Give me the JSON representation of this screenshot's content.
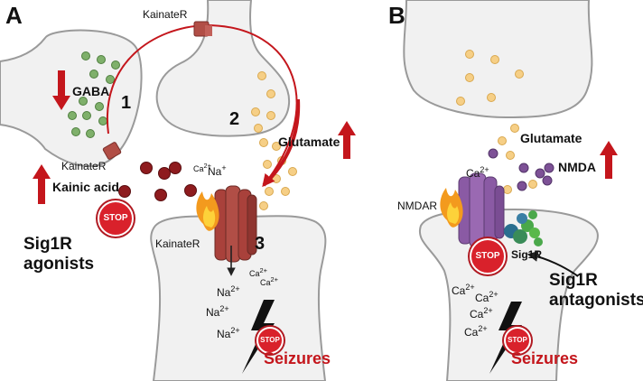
{
  "panels": {
    "a": "A",
    "b": "B"
  },
  "panel_a": {
    "kainate_r_top": "KainateR",
    "kainate_r_left": "KainateR",
    "kainate_r_post": "KainateR",
    "gaba": "GABA",
    "step_1": "1",
    "step_2": "2",
    "step_3": "3",
    "glutamate": "Glutamate",
    "kainic_acid": "Kainic acid",
    "stop": "STOP",
    "sig1r_agonists": "Sig1R agonists",
    "na_top": "Na",
    "ca_top": "Ca",
    "na_1": "Na",
    "na_2": "Na",
    "na_3": "Na",
    "ca_1": "Ca",
    "ca_2": "Ca",
    "charge_1": "2+",
    "charge_2": "2+",
    "seizures": "Seizures",
    "seizure_stop": "STOP"
  },
  "panel_b": {
    "glutamate": "Glutamate",
    "nmda": "NMDA",
    "nmdar": "NMDAR",
    "ca_top": "Ca",
    "charge": "2+",
    "stop": "STOP",
    "sig1r": "Sig1R",
    "sig1r_antagonists": "Sig1R antagonists",
    "ca_1": "Ca",
    "ca_2": "Ca",
    "ca_3": "Ca",
    "ca_4": "Ca",
    "seizures": "Seizures",
    "seizure_stop": "STOP"
  },
  "colors": {
    "neuron_fill": "#f1f1f1",
    "neuron_stroke": "#9a9a9a",
    "gaba_vesicle": "#7fb06b",
    "glutamate_vesicle": "#f6cf86",
    "kainic_acid": "#8e1b1e",
    "kainate_receptor": "#b14e46",
    "nmdar": "#9a69b2",
    "nmda_ligand": "#7d5196",
    "sig1r": "#4aa84a",
    "arrow_red": "#c4161c",
    "stop_red": "#d9212b"
  },
  "icons": [
    "flame-icon",
    "lightning-bolt-icon",
    "stop-sign-icon",
    "up-arrow-icon",
    "down-arrow-icon"
  ]
}
